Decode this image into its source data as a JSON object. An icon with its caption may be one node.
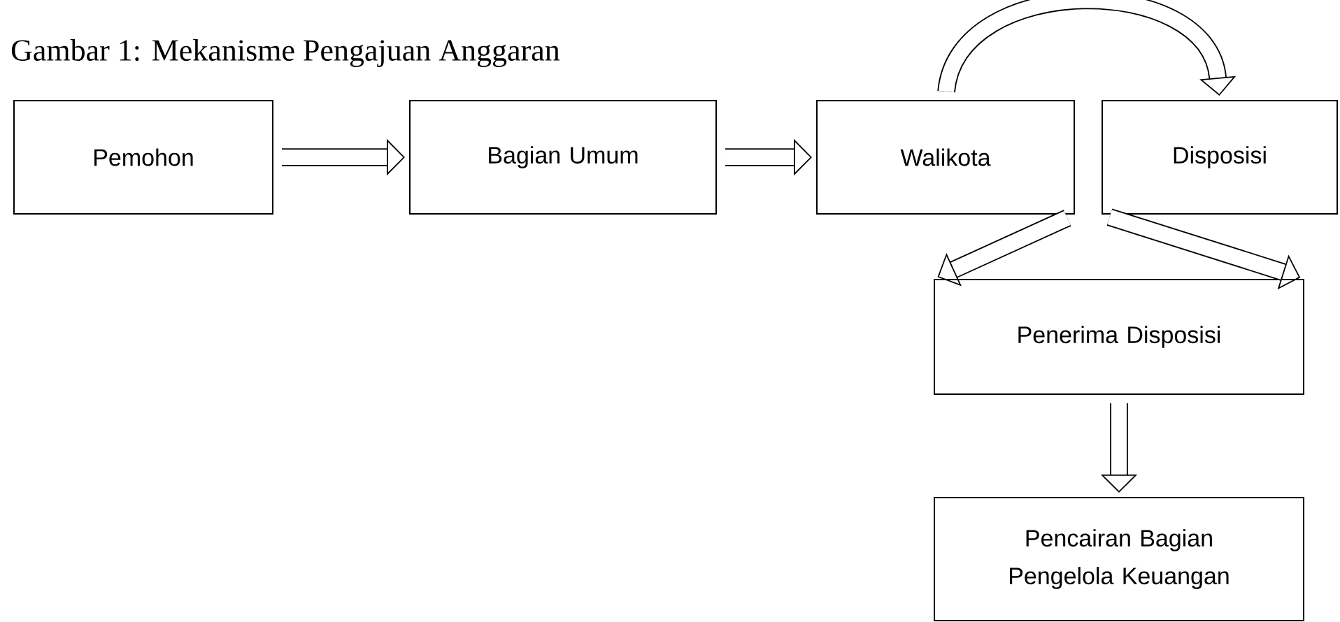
{
  "diagram": {
    "title": "Gambar 1: Mekanisme Pengajuan Anggaran",
    "nodes": [
      {
        "text": [
          "Pemohon"
        ]
      },
      {
        "text": [
          "Bagian Umum"
        ]
      },
      {
        "text": [
          "Walikota"
        ]
      },
      {
        "text": [
          "Disposisi"
        ]
      },
      {
        "text": [
          "Penerima Disposisi"
        ]
      },
      {
        "text": [
          "Pencairan Bagian Pengelola Keuangan"
        ]
      }
    ],
    "edges": [
      {
        "from": 0,
        "to": 1,
        "arrow": "to"
      },
      {
        "from": 1,
        "to": 2,
        "arrow": "to"
      },
      {
        "from": 2,
        "to": 3,
        "arrow": "to"
      },
      {
        "from": 2,
        "to": 4,
        "arrow": "to"
      },
      {
        "from": 3,
        "to": 4,
        "arrow": "to"
      },
      {
        "from": 4,
        "to": 5,
        "arrow": "to"
      }
    ]
  }
}
